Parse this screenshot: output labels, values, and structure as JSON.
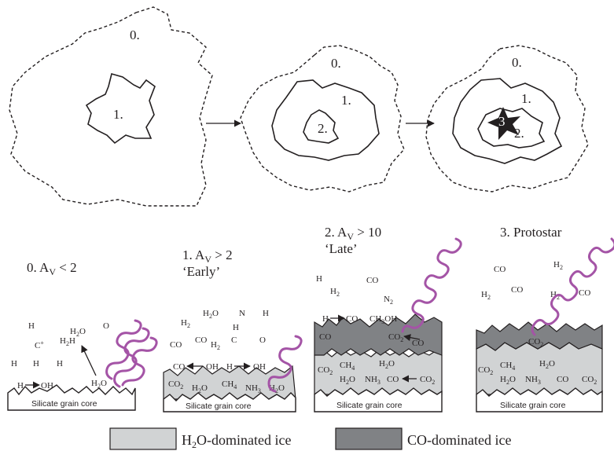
{
  "clouds": [
    {
      "outer_label": "0.",
      "inner_label": "1."
    },
    {
      "outer_label": "0.",
      "mid_label": "1.",
      "inner_label": "2."
    },
    {
      "outer_label": "0.",
      "mid_label": "1.",
      "inner_label": "2.",
      "core_label": "3"
    }
  ],
  "stages": [
    {
      "title": "0. A",
      "title_sub": "V",
      "title_rest": " < 2",
      "subtitle": ""
    },
    {
      "title": "1. A",
      "title_sub": "V",
      "title_rest": " > 2",
      "subtitle": "‘Early’"
    },
    {
      "title": "2. A",
      "title_sub": "V",
      "title_rest": " > 10",
      "subtitle": "‘Late’"
    },
    {
      "title": "3. Protostar",
      "title_sub": "",
      "title_rest": "",
      "subtitle": ""
    }
  ],
  "grain_core_label": "Silicate grain core",
  "molecules": {
    "stage0": [
      "H",
      "C",
      "+",
      "H",
      "2",
      "H",
      "2",
      "O",
      "H",
      "O",
      "H",
      "H",
      "H",
      "OH",
      "H",
      "2",
      "O"
    ],
    "stage1": [
      "H",
      "2",
      "H",
      "2",
      "O",
      "N",
      "H",
      "H",
      "CO",
      "CO",
      "H",
      "2",
      "C",
      "O",
      "CO",
      "OH",
      "H",
      "OH",
      "CO",
      "2",
      "H",
      "2",
      "O",
      "CH",
      "4",
      "NH",
      "3",
      "H",
      "2",
      "O"
    ],
    "stage2": [
      "H",
      "H",
      "2",
      "CO",
      "N",
      "2",
      "H",
      "CO",
      "CH",
      "3",
      "OH",
      "CO",
      "CO",
      "2",
      "CO",
      "CO",
      "2",
      "CH",
      "4",
      "H",
      "2",
      "O",
      "H",
      "2",
      "O",
      "NH",
      "3",
      "CO",
      "CO",
      "2"
    ],
    "stage3": [
      "CO",
      "H",
      "2",
      "H",
      "2",
      "CO",
      "H",
      "2",
      "CO",
      "CO",
      "2",
      "CO",
      "2",
      "CH",
      "4",
      "H",
      "2",
      "O",
      "H",
      "2",
      "O",
      "NH",
      "3",
      "CO",
      "CO",
      "2"
    ]
  },
  "legend": [
    {
      "label_main": "H",
      "label_sub": "2",
      "label_rest": "O-dominated ice",
      "color": "#d1d3d4"
    },
    {
      "label_main": "CO-dominated ice",
      "label_sub": "",
      "label_rest": "",
      "color": "#808285"
    }
  ],
  "colors": {
    "h2o_ice": "#d1d3d4",
    "co_ice": "#808285",
    "mid_ice": "#a7a9ac",
    "photon": "#a454a6",
    "ink": "#231f20"
  }
}
